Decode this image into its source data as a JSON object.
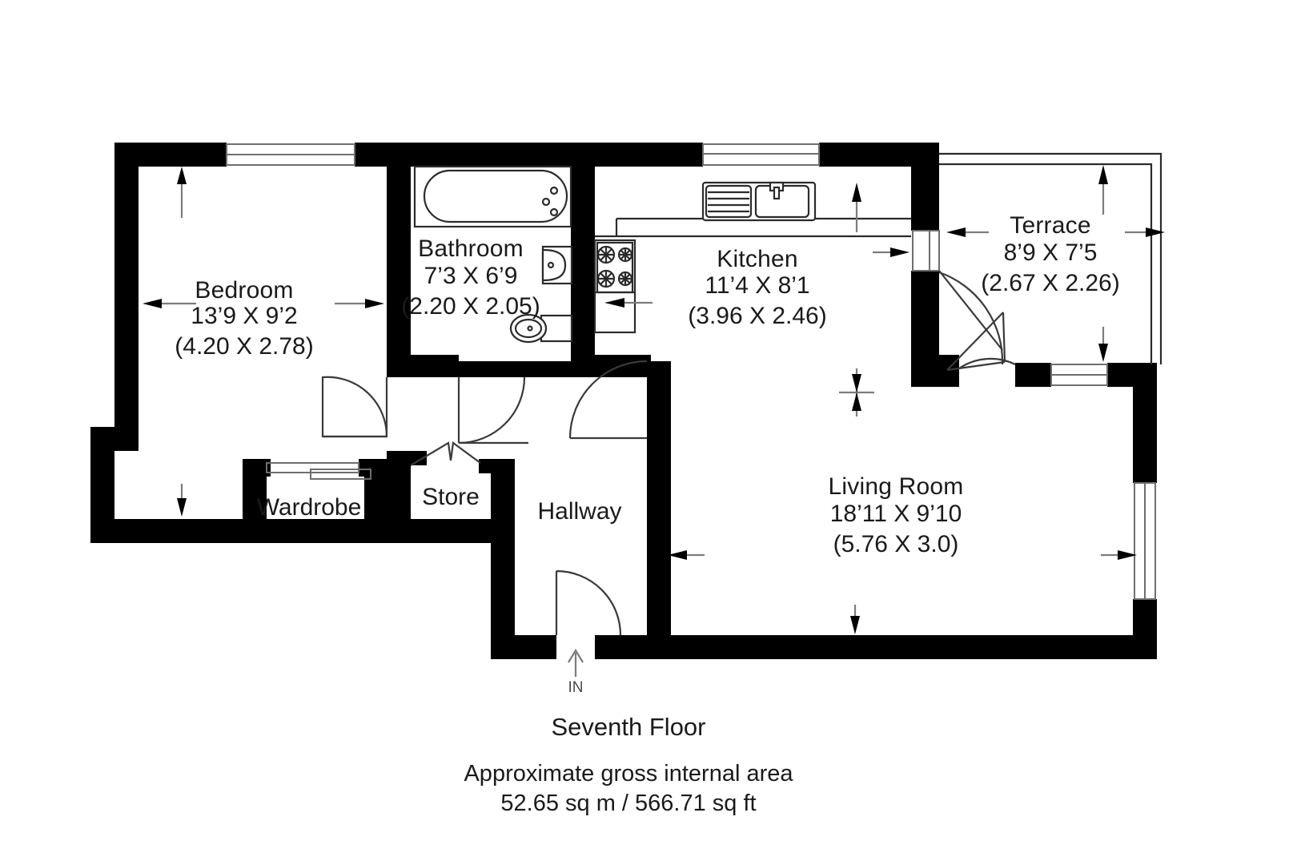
{
  "plan": {
    "floor_label": "Seventh Floor",
    "area_caption": "Approximate gross internal area",
    "area_value": "52.65 sq m / 566.71 sq ft",
    "entrance_label": "IN"
  },
  "rooms": [
    {
      "id": "bedroom",
      "name": "Bedroom",
      "dim_imperial": "13’9 X 9’2",
      "dim_metric": "(4.20 X 2.78)"
    },
    {
      "id": "bathroom",
      "name": "Bathroom",
      "dim_imperial": "7’3 X 6’9",
      "dim_metric": "(2.20 X 2.05)"
    },
    {
      "id": "kitchen",
      "name": "Kitchen",
      "dim_imperial": "11’4 X 8’1",
      "dim_metric": "(3.96 X 2.46)"
    },
    {
      "id": "terrace",
      "name": "Terrace",
      "dim_imperial": "8’9 X 7’5",
      "dim_metric": "(2.67 X 2.26)"
    },
    {
      "id": "living-room",
      "name": "Living Room",
      "dim_imperial": "18’11 X 9’10",
      "dim_metric": "(5.76 X 3.0)"
    },
    {
      "id": "wardrobe",
      "name": "Wardrobe",
      "dim_imperial": "",
      "dim_metric": ""
    },
    {
      "id": "store",
      "name": "Store",
      "dim_imperial": "",
      "dim_metric": ""
    },
    {
      "id": "hallway",
      "name": "Hallway",
      "dim_imperial": "",
      "dim_metric": ""
    }
  ],
  "colors": {
    "wall": "#000000",
    "background": "#ffffff",
    "text": "#1a1a1a",
    "dimension_line": "#7c7c7c",
    "fixture_stroke": "#2b2b2b"
  }
}
